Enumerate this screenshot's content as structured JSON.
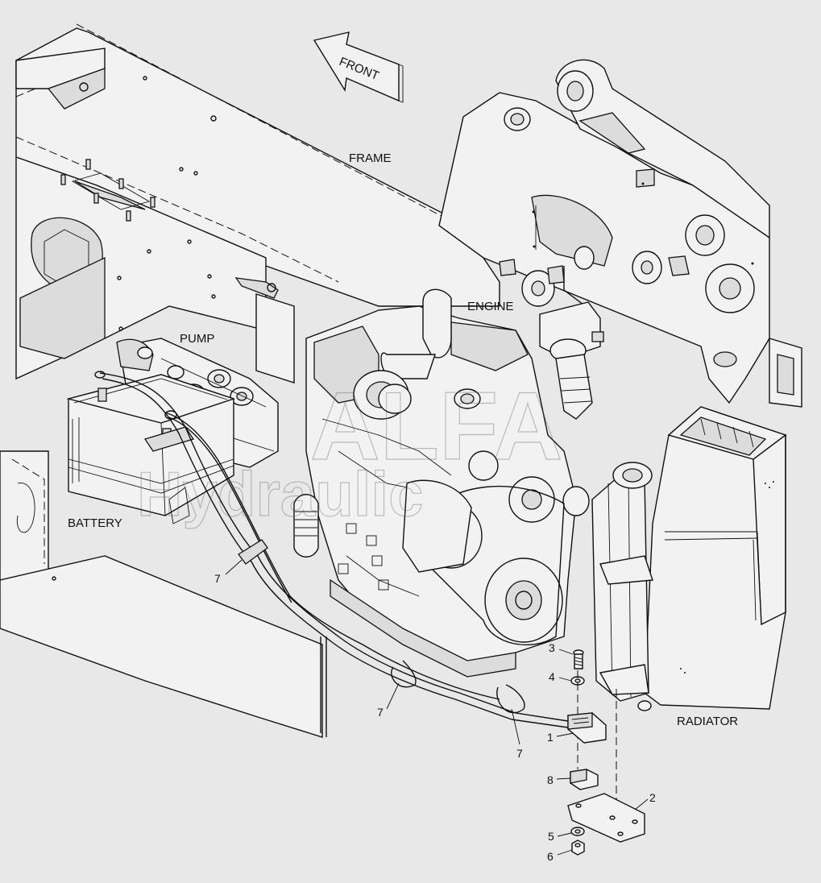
{
  "labels": {
    "front": "FRONT",
    "frame": "FRAME",
    "engine": "ENGINE",
    "pump": "PUMP",
    "battery": "BATTERY",
    "radiator": "RADIATOR"
  },
  "callouts": {
    "c1": "1",
    "c2": "2",
    "c3": "3",
    "c4": "4",
    "c5": "5",
    "c6": "6",
    "c7a": "7",
    "c7b": "7",
    "c7c": "7",
    "c8": "8"
  },
  "watermark": {
    "line1": "ALFA",
    "line2": "Hydraulic"
  }
}
